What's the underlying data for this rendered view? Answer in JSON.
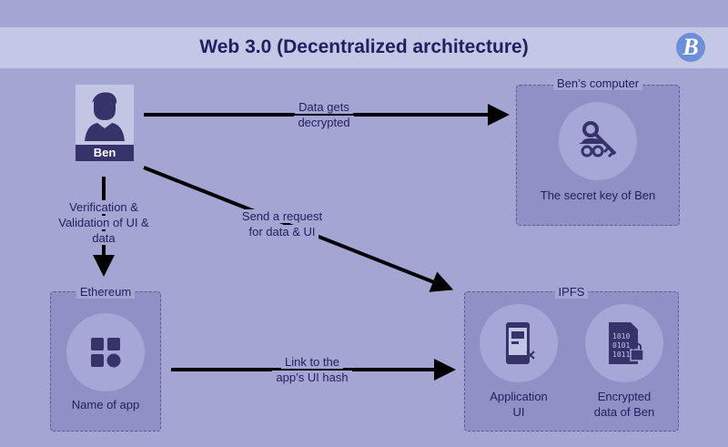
{
  "title": "Web 3.0 (Decentralized architecture)",
  "logo_letter": "B",
  "user": {
    "name": "Ben"
  },
  "edges": {
    "decrypt": [
      "Data gets",
      "decrypted"
    ],
    "request": [
      "Send a request",
      "for data & UI"
    ],
    "verify": [
      "Verification &",
      "Validation of UI &",
      "data"
    ],
    "link": [
      "Link to the",
      "app’s UI hash"
    ]
  },
  "boxes": {
    "computer": {
      "title": "Ben’s computer",
      "item": "The secret key of Ben"
    },
    "ethereum": {
      "title": "Ethereum",
      "item": "Name of app"
    },
    "ipfs": {
      "title": "IPFS",
      "items": [
        [
          "Application",
          "UI"
        ],
        [
          "Encrypted",
          "data of Ben"
        ]
      ]
    }
  },
  "colors": {
    "background": "#a3a5d2",
    "header": "#c5c7e6",
    "box": "#8e90c6",
    "dark": "#23205f",
    "user_bar": "#35336a"
  },
  "icons": [
    "user-icon",
    "key-icon",
    "apps-icon",
    "phone-icon",
    "binary-lock-icon",
    "brand-logo-icon"
  ]
}
